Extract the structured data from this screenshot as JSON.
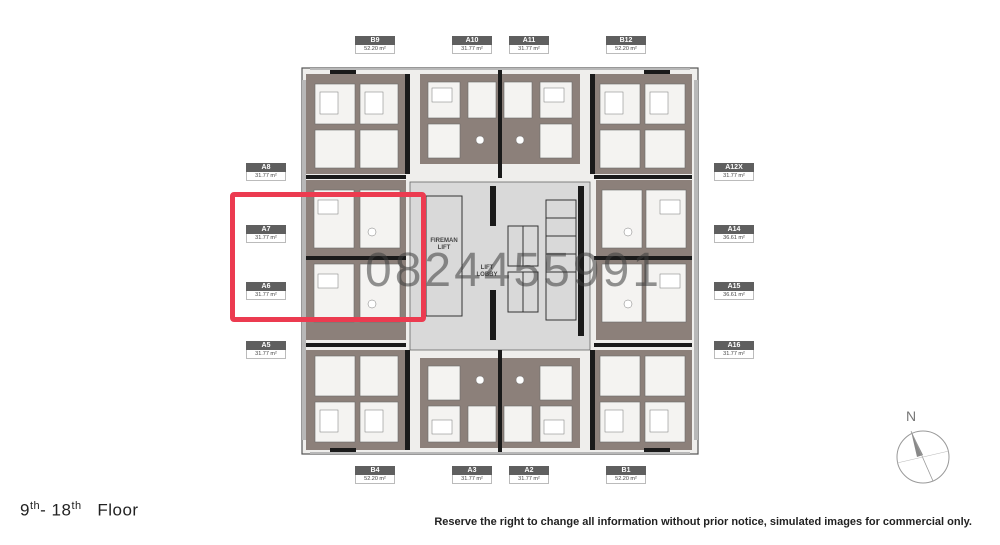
{
  "floor_label": {
    "start": "9",
    "start_suffix": "th",
    "dash": "- ",
    "end": "18",
    "end_suffix": "th",
    "word": "Floor"
  },
  "disclaimer": "Reserve the right to change all information without prior notice, simulated images for commercial only.",
  "watermark": "0824455991",
  "core": {
    "fireman_lift": [
      "FIREMAN",
      "LIFT"
    ],
    "lift_lobby": [
      "LIFT",
      "LOBBY"
    ]
  },
  "compass": {
    "north": "N"
  },
  "colors": {
    "highlight": "#ec3b50",
    "unit_floor": "#8a7d76",
    "core": "#d6d6d6",
    "tag": "#5f5f5f"
  },
  "highlighted_units": [
    "A7",
    "A6"
  ],
  "units": {
    "b9": {
      "name": "B9",
      "area": "52.20 m²"
    },
    "a10": {
      "name": "A10",
      "area": "31.77 m²"
    },
    "a11": {
      "name": "A11",
      "area": "31.77 m²"
    },
    "b12": {
      "name": "B12",
      "area": "52.20 m²"
    },
    "a8": {
      "name": "A8",
      "area": "31.77 m²"
    },
    "a7": {
      "name": "A7",
      "area": "31.77 m²"
    },
    "a6": {
      "name": "A6",
      "area": "31.77 m²"
    },
    "a5": {
      "name": "A5",
      "area": "31.77 m²"
    },
    "a12x": {
      "name": "A12X",
      "area": "31.77 m²"
    },
    "a14": {
      "name": "A14",
      "area": "36.61 m²"
    },
    "a15": {
      "name": "A15",
      "area": "36.61 m²"
    },
    "a16": {
      "name": "A16",
      "area": "31.77 m²"
    },
    "b4": {
      "name": "B4",
      "area": "52.20 m²"
    },
    "a3": {
      "name": "A3",
      "area": "31.77 m²"
    },
    "a2": {
      "name": "A2",
      "area": "31.77 m²"
    },
    "b1": {
      "name": "B1",
      "area": "52.20 m²"
    }
  }
}
